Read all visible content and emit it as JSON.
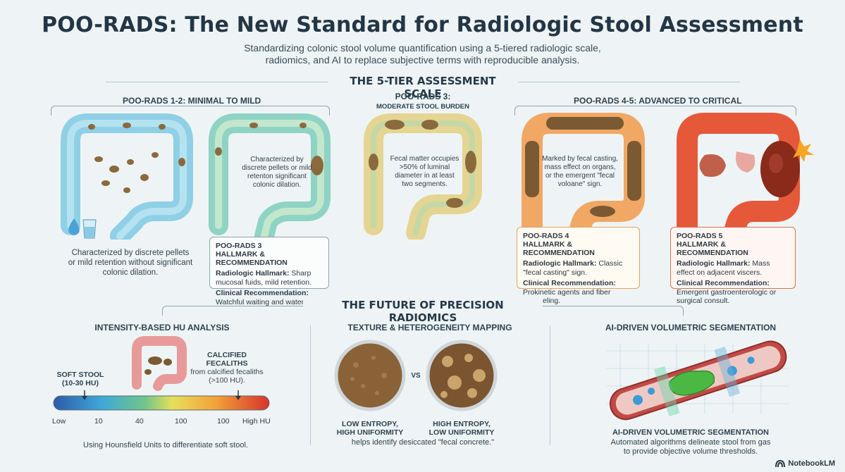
{
  "header": {
    "title": "POO-RADS: The New Standard for Radiologic Stool Assessment",
    "subtitle_line1": "Standardizing colonic stool volume quantification using a 5-tiered radiologic scale,",
    "subtitle_line2": "radiomics, and AI to replace subjective terms with reproducible analysis."
  },
  "scale": {
    "section_title": "THE 5-TIER ASSESSMENT SCALE",
    "group_1_2": "POO-RADS 1-2: MINIMAL TO MILD",
    "group_3_title": "POO-RADS 3:",
    "group_3_subtitle": "MODERATE STOOL BURDEN",
    "group_4_5": "POO-RADS 4-5: ADVANCED TO CRITICAL",
    "tier1_desc_line1": "Characterized by discrete pellets",
    "tier1_desc_line2": "or mild retention without significant",
    "tier1_desc_line3": "colonic dilation.",
    "tier2_overlay_line1": "Characterized by",
    "tier2_overlay_line2": "discrete pellets or mild",
    "tier2_overlay_line3": "retenton significant",
    "tier2_overlay_line4": "colonic dilation.",
    "tier3_overlay_line1": "Fecal matter occupies",
    "tier3_overlay_line2": ">50% of luminal",
    "tier3_overlay_line3": "diameter in at least",
    "tier3_overlay_line4": "two segments.",
    "tier4_overlay_line1": "Marked by fecal casting,",
    "tier4_overlay_line2": "mass effect on organs,",
    "tier4_overlay_line3": "or the emergent \"fecal",
    "tier4_overlay_line4": "voloane\" sign.",
    "cards": [
      {
        "heading_line1": "POO-RADS 3",
        "heading_line2": "HALLMARK & RECOMMENDATION",
        "hallmark_label": "Radiologic Hallmark:",
        "hallmark_text": "Sharp mucosal fuids, mild retention.",
        "rec_label": "Clinical Recommendation:",
        "rec_text": "Watchful waiting and water."
      },
      {
        "heading_line1": "POO-RADS 4",
        "heading_line2": "HALLMARK & RECOMMENDATION",
        "hallmark_label": "Radiologic Hallmark:",
        "hallmark_text": "Classic \"fecal casting\" sign.",
        "rec_label": "Clinical Recommendation:",
        "rec_text": "Prokinetic agents and fiber counseling."
      },
      {
        "heading_line1": "POO-RADS 5",
        "heading_line2": "HALLMARK & RECOMMENDATION",
        "hallmark_label": "Radiologic Hallmark:",
        "hallmark_text": "Mass effect on adjacent viscers.",
        "rec_label": "Clinical Recommendation:",
        "rec_text": "Emergent gastroenterologic or surgical consult."
      }
    ]
  },
  "radiomics": {
    "section_title": "THE FUTURE OF PRECISION RADIOMICS",
    "hu": {
      "title": "INTENSITY-BASED HU ANALYSIS",
      "soft_label": "SOFT STOOL",
      "soft_range": "(10-30 HU)",
      "calc_label_line1": "CALCIFIED",
      "calc_label_line2": "FECALITHS",
      "calc_desc_line1": "from calcified fecaliths",
      "calc_desc_line2": "(>100 HU).",
      "ticks": [
        "Low",
        "10",
        "40",
        "100",
        "100",
        "High HU"
      ],
      "footer": "Using Hounsfield Units to differentiate soft stool."
    },
    "texture": {
      "title": "TEXTURE & HETEROGENEITY MAPPING",
      "vs": "VS",
      "left_line1": "LOW ENTROPY,",
      "left_line2": "HIGH UNIFORMITY",
      "right_line1": "HIGH ENTROPY,",
      "right_line2": "LOW UNIFORMITY",
      "footer": "helps identify desiccated \"fecal concrete.\""
    },
    "ai": {
      "title": "AI-DRIVEN VOLUMETRIC SEGMENTATION",
      "bottom_title": "AI-DRIVEN VOLUMETRIC SEGMENTATION",
      "desc_line1": "Automated algorithms delineate stool from gas",
      "desc_line2": "to provide objective volume thresholds."
    }
  },
  "branding": {
    "logo_text": "NotebookLM"
  },
  "colors": {
    "tier1": "#8fd0e6",
    "tier2": "#9fd6c4",
    "tier3": "#e8d99a",
    "tier4": "#f0a864",
    "tier5": "#e5593a",
    "stool": "#8a6a3c"
  }
}
